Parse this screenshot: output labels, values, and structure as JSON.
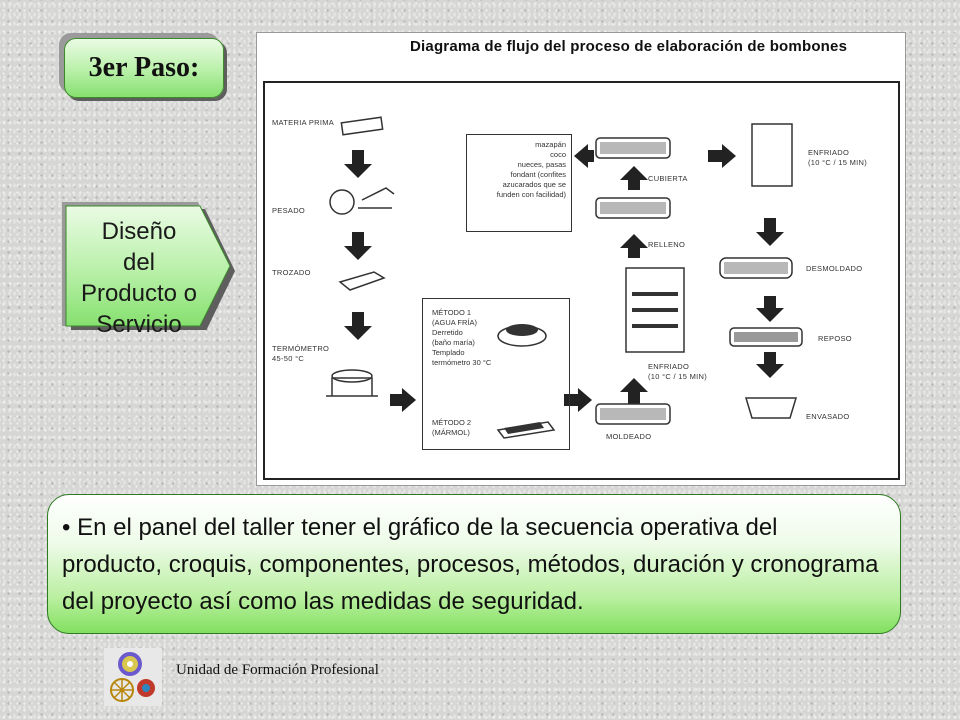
{
  "step_badge": {
    "label": "3er Paso:"
  },
  "design_label": {
    "lines": [
      "Diseño",
      "del",
      "Producto o",
      "Servicio"
    ]
  },
  "flow": {
    "title": "Diagrama de flujo del proceso de elaboración de bombones",
    "steps_left": [
      "MATERIA PRIMA",
      "PESADO",
      "TROZADO",
      "TERMÓMETRO",
      "45-50 °C"
    ],
    "methods": {
      "metodo1": [
        "MÉTODO 1",
        "(AGUA FRÍA)",
        "Derretido",
        "(baño maría)",
        "Templado",
        "termómetro 30 °C"
      ],
      "metodo2": [
        "MÉTODO 2",
        "(MÁRMOL)"
      ]
    },
    "middle_steps": [
      "MOLDEADO",
      "ENFRIADO",
      "(10 °C / 15 MIN)",
      "RELLENO",
      "CUBIERTA"
    ],
    "fillings": [
      "mazapán",
      "coco",
      "nueces, pasas",
      "fondant (confites",
      "azucarados que se",
      "funden con facilidad)"
    ],
    "right_steps": [
      "ENFRIADO",
      "(10 °C / 15 MIN)",
      "DESMOLDADO",
      "REPOSO",
      "ENVASADO"
    ]
  },
  "info_panel": {
    "text": "• En el panel del taller tener el gráfico de la secuencia operativa del producto, croquis, componentes, procesos, métodos, duración y cronograma del proyecto así como las medidas de seguridad."
  },
  "footer": {
    "text": "Unidad de Formación Profesional"
  }
}
